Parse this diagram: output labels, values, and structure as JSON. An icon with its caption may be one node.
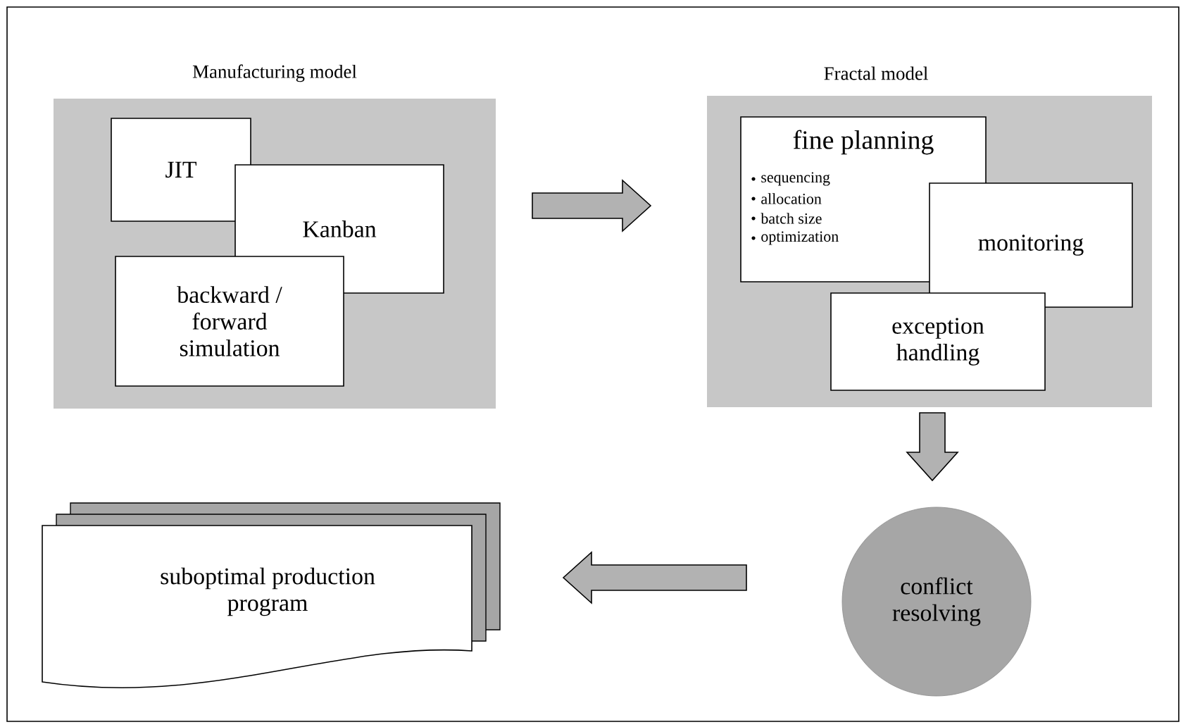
{
  "diagram": {
    "nodes": [
      {
        "text": [
          "Manufacturing model"
        ]
      },
      {
        "text": [
          "JIT"
        ],
        "in": 0
      },
      {
        "text": [
          "Kanban"
        ],
        "in": 0
      },
      {
        "text": [
          "backward / forward simulation"
        ],
        "in": 0
      },
      {
        "text": [
          "Fractal model"
        ]
      },
      {
        "text": [
          "fine planning",
          "sequencing",
          "allocation",
          "batch size",
          "optimization"
        ],
        "in": 4
      },
      {
        "text": [
          "monitoring"
        ],
        "in": 4
      },
      {
        "text": [
          "exception handling"
        ],
        "in": 4
      },
      {
        "text": [
          "conflict resolving"
        ]
      },
      {
        "text": [
          "suboptimal production program"
        ]
      }
    ],
    "edges": [
      {
        "from": 0,
        "to": 4,
        "arrow": "to"
      },
      {
        "from": 4,
        "to": 8,
        "arrow": "to"
      },
      {
        "from": 8,
        "to": 9,
        "arrow": "to"
      }
    ]
  }
}
